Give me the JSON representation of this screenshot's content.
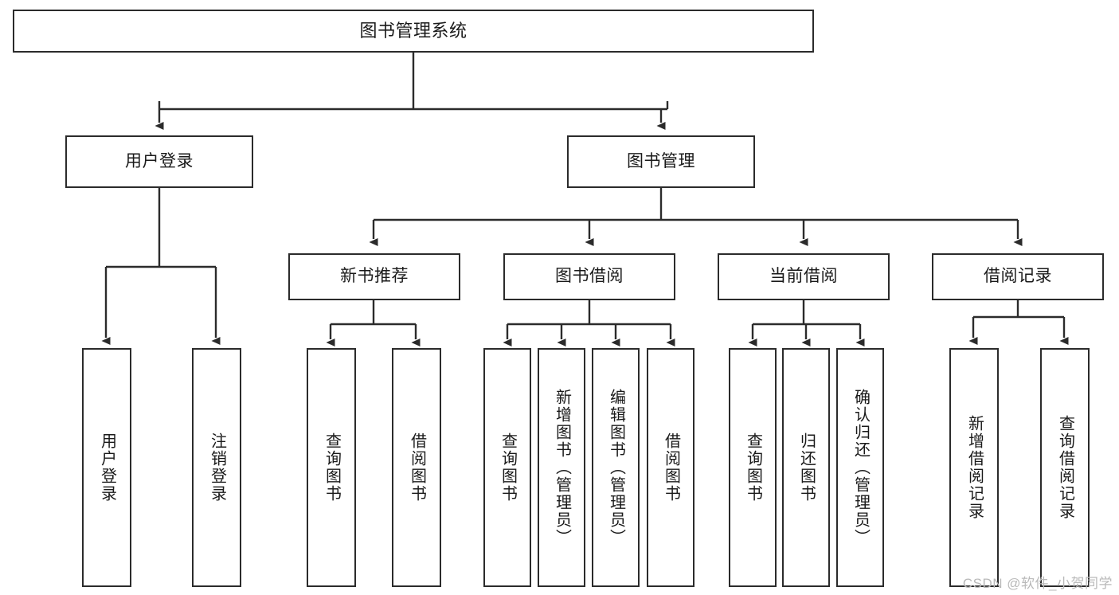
{
  "diagram": {
    "title": "图书管理系统",
    "watermark": "CSDN @软件_小贺同学",
    "colors": {
      "stroke": "#2b2b2b",
      "fill": "#ffffff",
      "text": "#1a1a1a",
      "watermark": "#b9b9b9"
    },
    "nodes": {
      "root": {
        "label": "图书管理系统"
      },
      "level1": [
        {
          "id": "user-login",
          "label": "用户登录"
        },
        {
          "id": "book-management",
          "label": "图书管理"
        }
      ],
      "level2": [
        {
          "id": "new-book-recommend",
          "label": "新书推荐"
        },
        {
          "id": "book-borrow",
          "label": "图书借阅"
        },
        {
          "id": "current-borrow",
          "label": "当前借阅"
        },
        {
          "id": "borrow-record",
          "label": "借阅记录"
        }
      ],
      "leaves": {
        "user-login": [
          {
            "id": "leaf-user-login",
            "label": "用户登录"
          },
          {
            "id": "leaf-user-logout",
            "label": "注销登录"
          }
        ],
        "new-book-recommend": [
          {
            "id": "leaf-query-book-1",
            "label": "查询图书"
          },
          {
            "id": "leaf-borrow-book-1",
            "label": "借阅图书"
          }
        ],
        "book-borrow": [
          {
            "id": "leaf-query-book-2",
            "label": "查询图书"
          },
          {
            "id": "leaf-add-book",
            "label": "新增图书（管理员）"
          },
          {
            "id": "leaf-edit-book",
            "label": "编辑图书（管理员）"
          },
          {
            "id": "leaf-borrow-book-2",
            "label": "借阅图书"
          }
        ],
        "current-borrow": [
          {
            "id": "leaf-query-book-3",
            "label": "查询图书"
          },
          {
            "id": "leaf-return-book",
            "label": "归还图书"
          },
          {
            "id": "leaf-confirm-return",
            "label": "确认归还（管理员）"
          }
        ],
        "borrow-record": [
          {
            "id": "leaf-add-record",
            "label": "新增借阅记录"
          },
          {
            "id": "leaf-query-record",
            "label": "查询借阅记录"
          }
        ]
      }
    }
  }
}
